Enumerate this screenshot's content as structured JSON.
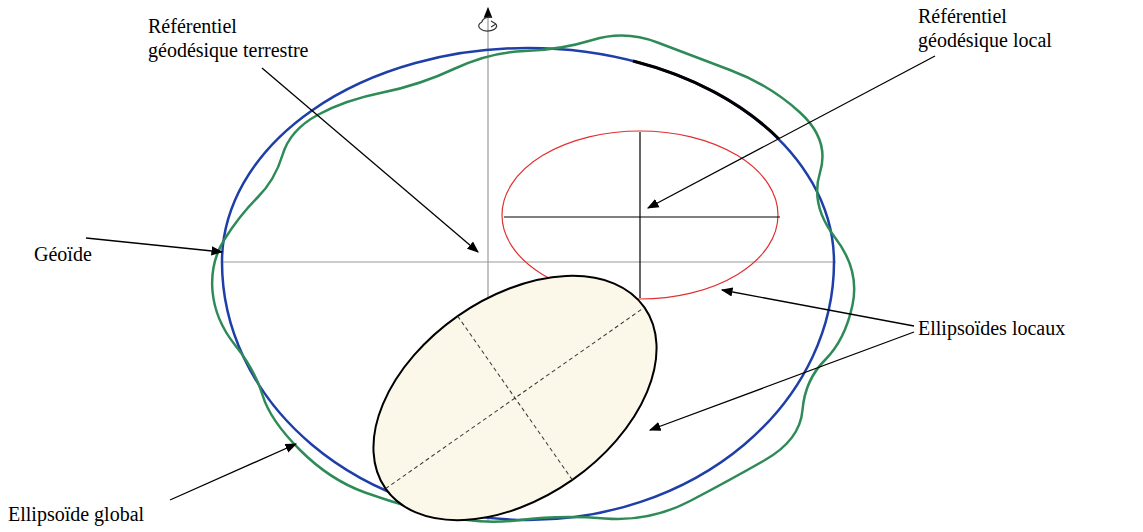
{
  "diagram": {
    "labels": [
      "Référentiel géodésique terrestre",
      "Référentiel géodésique local",
      "Géoïde",
      "Ellipsoïdes locaux",
      "Ellipsoïde global"
    ]
  }
}
